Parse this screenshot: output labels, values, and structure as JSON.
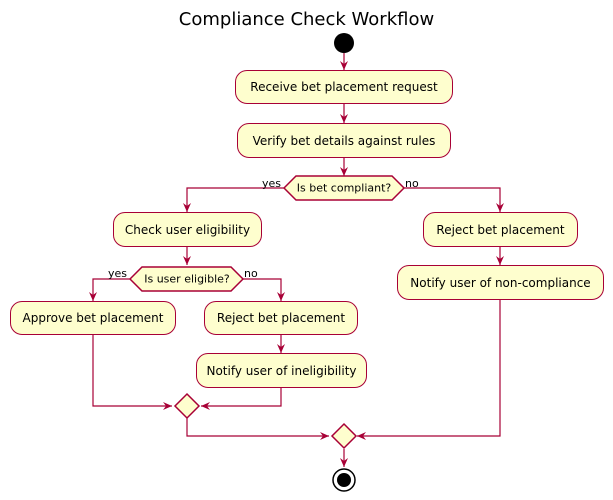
{
  "diagram": {
    "title": "Compliance Check Workflow",
    "steps": {
      "receive": "Receive bet placement request",
      "verify": "Verify bet details against rules",
      "check_eligibility": "Check user eligibility",
      "approve": "Approve bet placement",
      "reject_ineligible": "Reject bet placement",
      "notify_ineligible": "Notify user of ineligibility",
      "reject_noncompliant": "Reject bet placement",
      "notify_noncompliant": "Notify user of non-compliance"
    },
    "decisions": {
      "compliant": {
        "question": "Is bet compliant?",
        "yes": "yes",
        "no": "no"
      },
      "eligible": {
        "question": "Is user eligible?",
        "yes": "yes",
        "no": "no"
      }
    },
    "colors": {
      "node_fill": "#FEFECE",
      "border": "#A80036",
      "start_end": "#000000"
    }
  }
}
